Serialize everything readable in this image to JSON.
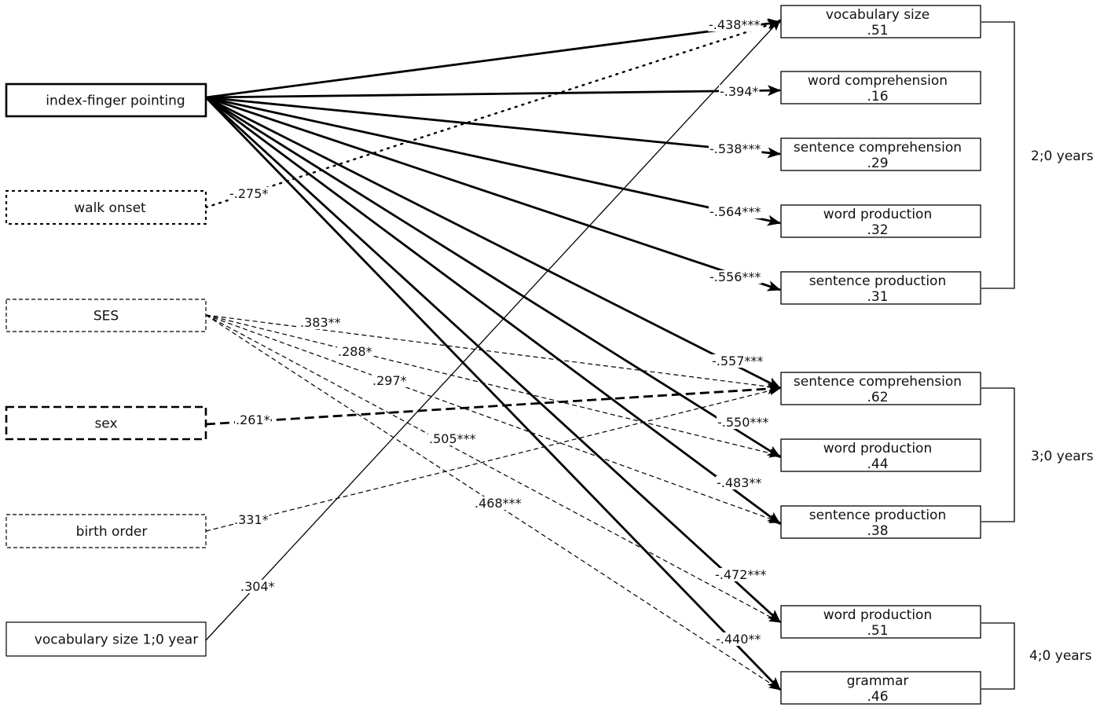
{
  "predictors": [
    {
      "id": "pointing",
      "label": "index-finger pointing"
    },
    {
      "id": "walk",
      "label": "walk onset"
    },
    {
      "id": "ses",
      "label": "SES"
    },
    {
      "id": "sex",
      "label": "sex"
    },
    {
      "id": "birth",
      "label": "birth order"
    },
    {
      "id": "vocab10",
      "label": "vocabulary size 1;0 year"
    }
  ],
  "outcomes": [
    {
      "id": "o1",
      "label": "vocabulary size",
      "value": ".51"
    },
    {
      "id": "o2",
      "label": "word comprehension",
      "value": ".16"
    },
    {
      "id": "o3",
      "label": "sentence comprehension",
      "value": ".29"
    },
    {
      "id": "o4",
      "label": "word production",
      "value": ".32"
    },
    {
      "id": "o5",
      "label": "sentence production",
      "value": ".31"
    },
    {
      "id": "o6",
      "label": "sentence comprehension",
      "value": ".62"
    },
    {
      "id": "o7",
      "label": "word production",
      "value": ".44"
    },
    {
      "id": "o8",
      "label": "sentence production",
      "value": ".38"
    },
    {
      "id": "o9",
      "label": "word production",
      "value": ".51"
    },
    {
      "id": "o10",
      "label": "grammar",
      "value": ".46"
    }
  ],
  "age_groups": [
    {
      "label": "2;0 years",
      "outcomes": [
        "o1",
        "o5"
      ]
    },
    {
      "label": "3;0 years",
      "outcomes": [
        "o6",
        "o8"
      ]
    },
    {
      "label": "4;0 years",
      "outcomes": [
        "o9",
        "o10"
      ]
    }
  ],
  "paths": [
    {
      "from": "pointing",
      "to": "o1",
      "coef": "-.438***"
    },
    {
      "from": "pointing",
      "to": "o2",
      "coef": "-.394*"
    },
    {
      "from": "pointing",
      "to": "o3",
      "coef": "-.538***"
    },
    {
      "from": "pointing",
      "to": "o4",
      "coef": "-.564***"
    },
    {
      "from": "pointing",
      "to": "o5",
      "coef": "-.556***"
    },
    {
      "from": "pointing",
      "to": "o6",
      "coef": "-.557***"
    },
    {
      "from": "pointing",
      "to": "o7",
      "coef": "-.550***"
    },
    {
      "from": "pointing",
      "to": "o8",
      "coef": "-.483**"
    },
    {
      "from": "pointing",
      "to": "o9",
      "coef": "-.472***"
    },
    {
      "from": "pointing",
      "to": "o10",
      "coef": "-.440**"
    },
    {
      "from": "walk",
      "to": "o1",
      "coef": "-.275*"
    },
    {
      "from": "ses",
      "to": "o6",
      "coef": ".383**"
    },
    {
      "from": "ses",
      "to": "o7",
      "coef": ".288*"
    },
    {
      "from": "ses",
      "to": "o8",
      "coef": ".297*"
    },
    {
      "from": "ses",
      "to": "o9",
      "coef": ".505***"
    },
    {
      "from": "ses",
      "to": "o10",
      "coef": ".468***"
    },
    {
      "from": "sex",
      "to": "o6",
      "coef": ".261*"
    },
    {
      "from": "birth",
      "to": "o6",
      "coef": ".331*"
    },
    {
      "from": "vocab10",
      "to": "o1",
      "coef": ".304*"
    }
  ]
}
